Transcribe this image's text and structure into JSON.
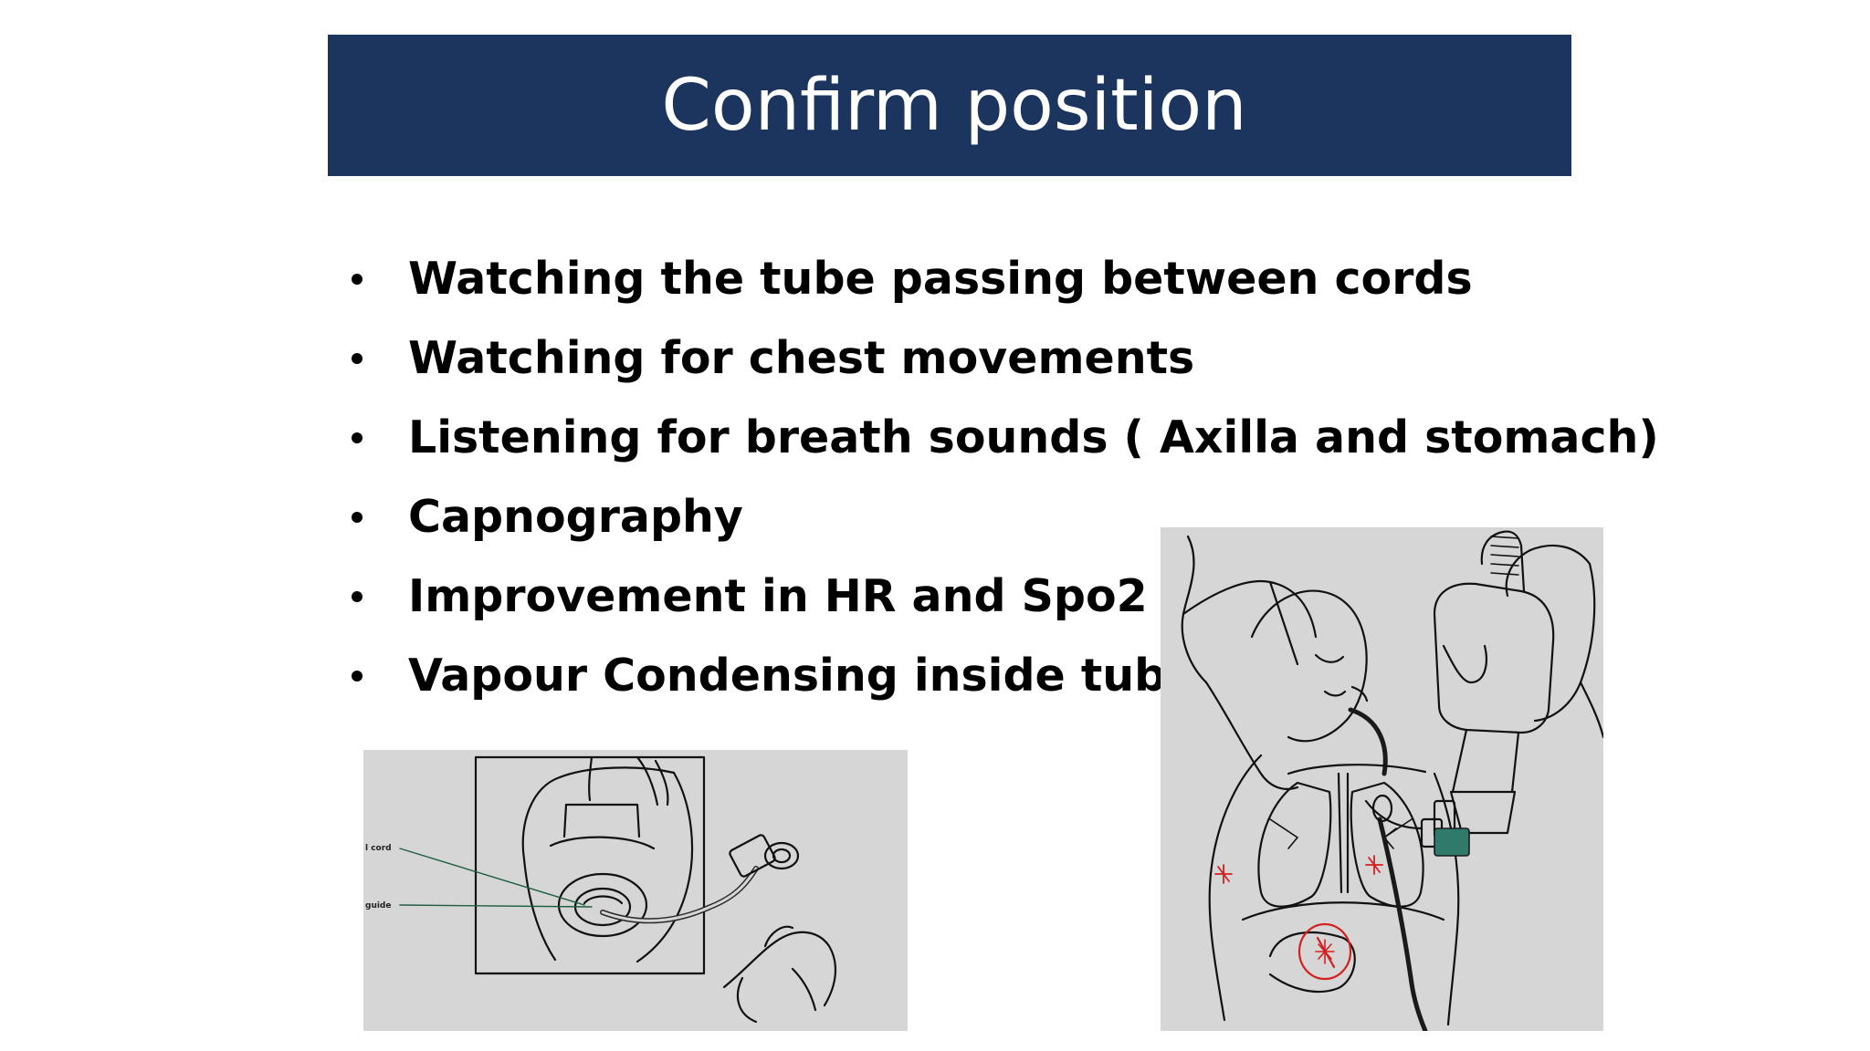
{
  "slide": {
    "title": "Confirm position",
    "bullets": [
      "Watching the tube passing between cords",
      "Watching for chest movements",
      "Listening for breath sounds ( Axilla and stomach)",
      "Capnography",
      "Improvement in HR and Spo2",
      "Vapour Condensing inside tube"
    ]
  },
  "figures": {
    "left": {
      "label_cord": "l cord",
      "label_guide": "guide"
    }
  },
  "colors": {
    "title_bar": "#1b355f",
    "title_text": "#ffffff",
    "figure_background": "#d6d6d6",
    "marker_red": "#d42020"
  }
}
